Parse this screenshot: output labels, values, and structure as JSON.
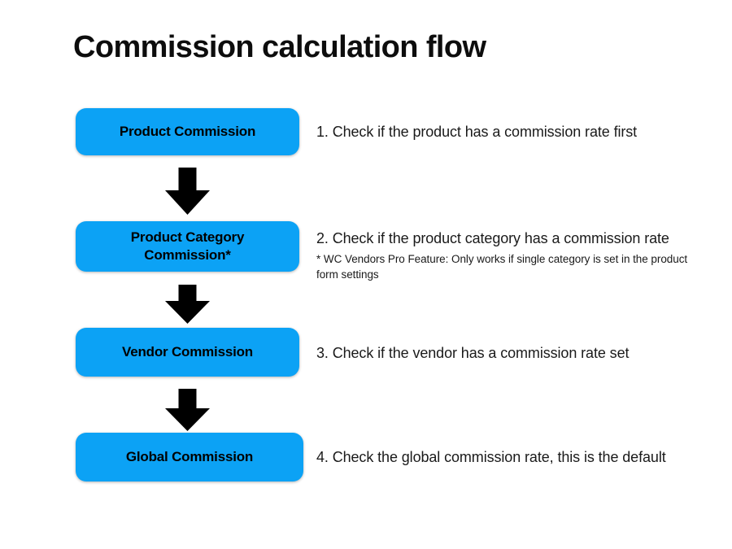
{
  "document": {
    "title": "Commission calculation flow",
    "background_color": "#ffffff"
  },
  "theme": {
    "node_fill": "#0CA2F5",
    "node_text_color": "#000000",
    "arrow_color": "#000000",
    "body_text_color": "#1a1a1a"
  },
  "diagram": {
    "type": "flowchart",
    "orientation": "vertical",
    "nodes": [
      {
        "id": "node-1",
        "label": "Product Commission",
        "shape": "rounded-rectangle"
      },
      {
        "id": "node-2",
        "label": "Product Category\nCommission*",
        "line1": "Product Category",
        "line2": "Commission*",
        "shape": "rounded-rectangle"
      },
      {
        "id": "node-3",
        "label": "Vendor Commission",
        "shape": "rounded-rectangle"
      },
      {
        "id": "node-4",
        "label": "Global Commission",
        "shape": "rounded-rectangle"
      }
    ],
    "connectors": [
      {
        "id": "arrow-1",
        "from": "node-1",
        "to": "node-2",
        "icon": "arrow-down-icon"
      },
      {
        "id": "arrow-2",
        "from": "node-2",
        "to": "node-3",
        "icon": "arrow-down-icon"
      },
      {
        "id": "arrow-3",
        "from": "node-3",
        "to": "node-4",
        "icon": "arrow-down-icon"
      }
    ],
    "steps": [
      {
        "id": "step-1",
        "text": "1. Check if the product has a commission rate first"
      },
      {
        "id": "step-2",
        "text": "2. Check if the product category has a commission rate"
      },
      {
        "id": "step-3",
        "text": "3. Check if the vendor has a commission rate set"
      },
      {
        "id": "step-4",
        "text": "4. Check the global commission rate, this is the default"
      }
    ],
    "footnote": "* WC Vendors Pro Feature: Only works if single category is set in the product form settings"
  }
}
